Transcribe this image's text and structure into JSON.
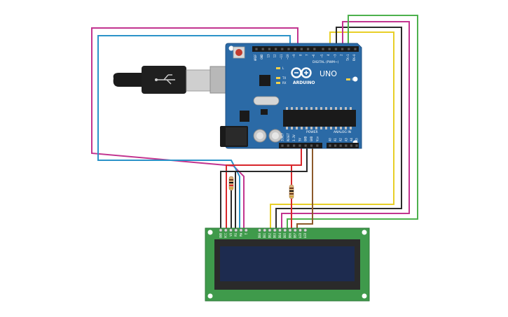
{
  "board": {
    "brand": "ARDUINO",
    "model": "UNO",
    "digital_label": "DIGITAL (PWM~)",
    "power_label": "POWER",
    "analog_label": "ANALOG IN",
    "tx_label": "TX",
    "rx_label": "RX",
    "l_label": "L",
    "on_label": "ON",
    "digital_pins": [
      "AREF",
      "GND",
      "13",
      "12",
      "~11",
      "~10",
      "~9",
      "8",
      "7",
      "~6",
      "~5",
      "4",
      "~3",
      "2",
      "TX→1",
      "RX←0"
    ],
    "power_pins": [
      "IOREF",
      "RESET",
      "3.3V",
      "5V",
      "GND",
      "GND",
      "Vin"
    ],
    "analog_pins": [
      "A0",
      "A1",
      "A2",
      "A3",
      "A4",
      "A5"
    ]
  },
  "lcd": {
    "pins": [
      "GND",
      "VCC",
      "V0",
      "RS",
      "RW",
      "E",
      "DB0",
      "DB1",
      "DB2",
      "DB3",
      "DB4",
      "DB5",
      "DB6",
      "DB7",
      "LED",
      "LED"
    ]
  },
  "colors": {
    "board_blue": "#2b6aa6",
    "lcd_green": "#3f9a4b",
    "lcd_screen": "#1d2b4f",
    "wire_magenta": "#c2348f",
    "wire_blue": "#2b93c9",
    "wire_yellow": "#e8cf28",
    "wire_green": "#4db14d",
    "wire_black": "#2a2a2a",
    "wire_red": "#d8262a",
    "wire_brown": "#8c5a2b"
  },
  "icons": [
    "usb-cable-icon",
    "resistor-icon",
    "reset-button-icon",
    "arduino-logo-icon"
  ]
}
